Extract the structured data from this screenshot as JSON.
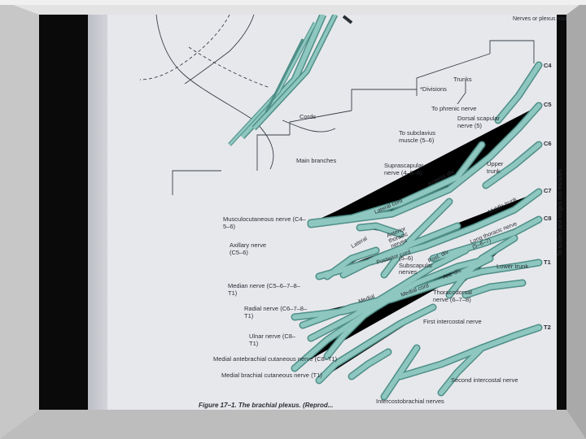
{
  "slide": {
    "accent_colors": [
      "#bfbfbf",
      "#a6a6a6",
      "#e8e8e8"
    ]
  },
  "photo": {
    "subject": "brachial-plexus-diagram",
    "colors": {
      "nerve_fill": "#8ec7c0",
      "nerve_stroke": "#4f8f88",
      "page": "#e7e8ec",
      "ink": "#2a2e35"
    }
  },
  "labels": {
    "nerves_or_plexus_roots": "Nerves or plexus roots",
    "trunks": "Trunks",
    "divisions": "*Divisions",
    "cords": "Cords",
    "main_branches": "Main branches",
    "to_phrenic_nerve": "To phrenic nerve",
    "dorsal_scapular_nerve": "Dorsal scapular nerve (5)",
    "to_subclavius": "To subclavius muscle (5–6)",
    "suprascapular": "Suprascapular nerve (4–5–6)",
    "upper_trunk": "Upper trunk",
    "to_scaleni": "To scaleni and longus coli muscles",
    "musculocutaneous": "Musculocutaneous nerve (C4–5–6)",
    "axillary": "Axillary nerve (C5–6)",
    "median": "Median nerve (C5–6–7–8–T1)",
    "radial": "Radial nerve (C6–7–8–T1)",
    "ulnar": "Ulnar nerve (C8–T1)",
    "medial_antebrachial": "Medial antebrachial cutaneous nerve (C8–T1)",
    "medial_brachial": "Medial brachial cutaneous nerve (T1)",
    "intercostobrachial": "Intercostobrachial nerves",
    "second_intercostal": "Second intercostal nerve",
    "first_intercostal": "First intercostal nerve",
    "thoracodorsal": "Thoracodorsal nerve (6–7–8)",
    "subscapular": "(5–6) Subscapular nerves",
    "lower_trunk": "Lower trunk",
    "lateral_cord": "Lateral cord",
    "medial_cord": "Medial cord",
    "posterior_cord": "Posterior cord",
    "lateral": "Lateral",
    "medial": "Medial",
    "anterior_div": "Anterior div.",
    "anterior_thoracic": "Anterior thoracic nerves",
    "post_div": "Post. div.",
    "ant_div": "Ant. div.",
    "long_thoracic": "Long thoracic nerve (5–6–7)",
    "middle_trunk": "Middle trunk",
    "roots": [
      "C4",
      "C5",
      "C6",
      "C7",
      "C8",
      "T1",
      "T2"
    ],
    "caption": "Figure 17–1. The brachial plexus. (Reprod..."
  }
}
